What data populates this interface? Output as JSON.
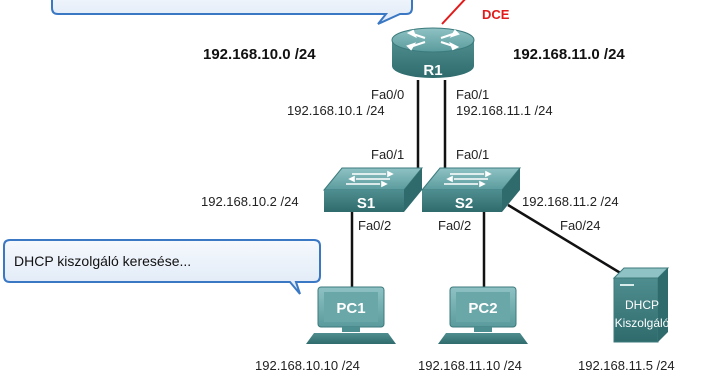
{
  "dce_label": "DCE",
  "networks": {
    "left": "192.168.10.0 /24",
    "right": "192.168.11.0 /24"
  },
  "router": {
    "name": "R1",
    "fa00_port": "Fa0/0",
    "fa00_ip": "192.168.10.1 /24",
    "fa01_port": "Fa0/1",
    "fa01_ip": "192.168.11.1 /24"
  },
  "switches": {
    "s1": {
      "name": "S1",
      "uplink_port": "Fa0/1",
      "ip": "192.168.10.2 /24",
      "pc_port": "Fa0/2"
    },
    "s2": {
      "name": "S2",
      "uplink_port": "Fa0/1",
      "ip": "192.168.11.2 /24",
      "pc_port": "Fa0/2",
      "server_port": "Fa0/24"
    }
  },
  "hosts": {
    "pc1": {
      "name": "PC1",
      "ip": "192.168.10.10 /24"
    },
    "pc2": {
      "name": "PC2",
      "ip": "192.168.11.10 /24"
    },
    "server": {
      "line1": "DHCP",
      "line2": "Kiszolgáló",
      "ip": "192.168.11.5 /24"
    }
  },
  "bubble_text": "DHCP kiszolgáló keresése...",
  "colors": {
    "device": "#4d8f91",
    "bubble_border": "#3b78c4",
    "bubble_fill": "#e9f0fa",
    "dce_line": "#e11b1b",
    "links": "#111111"
  }
}
